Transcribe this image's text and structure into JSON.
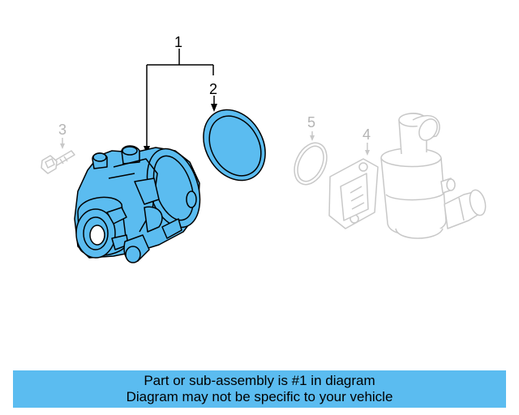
{
  "diagram": {
    "callouts": [
      {
        "id": "1",
        "label": "1"
      },
      {
        "id": "2",
        "label": "2"
      },
      {
        "id": "3",
        "label": "3"
      },
      {
        "id": "4",
        "label": "4"
      },
      {
        "id": "5",
        "label": "5"
      }
    ],
    "colors": {
      "highlight_fill": "#5bbcf0",
      "highlight_stroke": "#000000",
      "ghost_stroke": "#c8c8c8",
      "callout_active": "#000000",
      "callout_ghost": "#b4b4b4"
    }
  },
  "banner": {
    "line1": "Part or sub-assembly is #1 in diagram",
    "line2": "Diagram may not be specific to your vehicle",
    "color": "#5bbcf0"
  }
}
